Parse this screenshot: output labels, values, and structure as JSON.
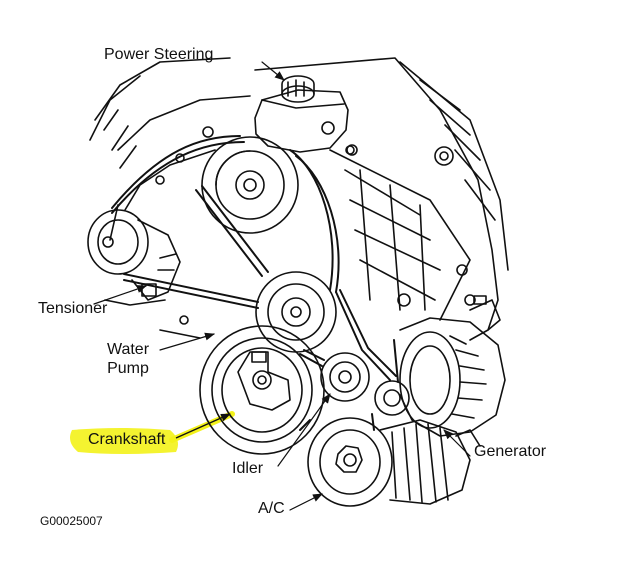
{
  "labels": {
    "power_steering": "Power Steering",
    "tensioner": "Tensioner",
    "water_pump_line1": "Water",
    "water_pump_line2": "Pump",
    "crankshaft": "Crankshaft",
    "idler": "Idler",
    "generator": "Generator",
    "ac": "A/C"
  },
  "figure_code": "G00025007",
  "colors": {
    "line": "#111111",
    "highlight": "#f3f21a",
    "background": "#ffffff"
  }
}
